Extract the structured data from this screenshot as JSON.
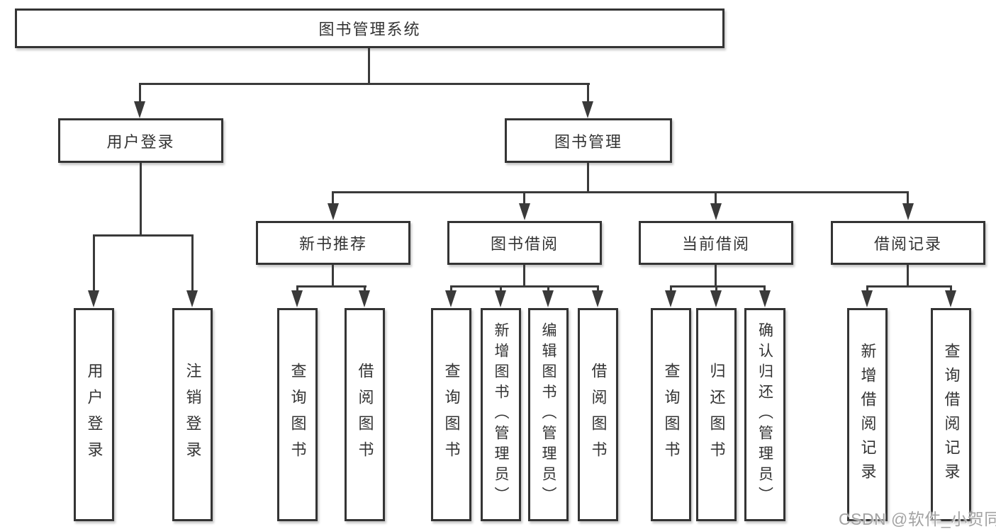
{
  "watermark": "CSDN @软件_小贺同学",
  "colors": {
    "line": "#3a3a3a",
    "border": "#343434",
    "text": "#333333",
    "background": "#ffffff",
    "watermark": "#a3a3a3"
  },
  "nodes": {
    "root": {
      "label": "图书管理系统"
    },
    "level2": [
      {
        "label": "用户登录"
      },
      {
        "label": "图书管理"
      }
    ],
    "level3": [
      {
        "label": "新书推荐",
        "parent": "图书管理"
      },
      {
        "label": "图书借阅",
        "parent": "图书管理"
      },
      {
        "label": "当前借阅",
        "parent": "图书管理"
      },
      {
        "label": "借阅记录",
        "parent": "图书管理"
      }
    ],
    "level4": [
      {
        "label": "用户登录",
        "parent": "用户登录"
      },
      {
        "label": "注销登录",
        "parent": "用户登录"
      },
      {
        "label": "查询图书",
        "parent": "新书推荐"
      },
      {
        "label": "借阅图书",
        "parent": "新书推荐"
      },
      {
        "label": "查询图书",
        "parent": "图书借阅"
      },
      {
        "label": "新增图书（管理员）",
        "parent": "图书借阅"
      },
      {
        "label": "编辑图书（管理员）",
        "parent": "图书借阅"
      },
      {
        "label": "借阅图书",
        "parent": "图书借阅"
      },
      {
        "label": "查询图书",
        "parent": "当前借阅"
      },
      {
        "label": "归还图书",
        "parent": "当前借阅"
      },
      {
        "label": "确认归还（管理员）",
        "parent": "当前借阅"
      },
      {
        "label": "新增借阅记录",
        "parent": "借阅记录"
      },
      {
        "label": "查询借阅记录",
        "parent": "借阅记录"
      }
    ]
  }
}
